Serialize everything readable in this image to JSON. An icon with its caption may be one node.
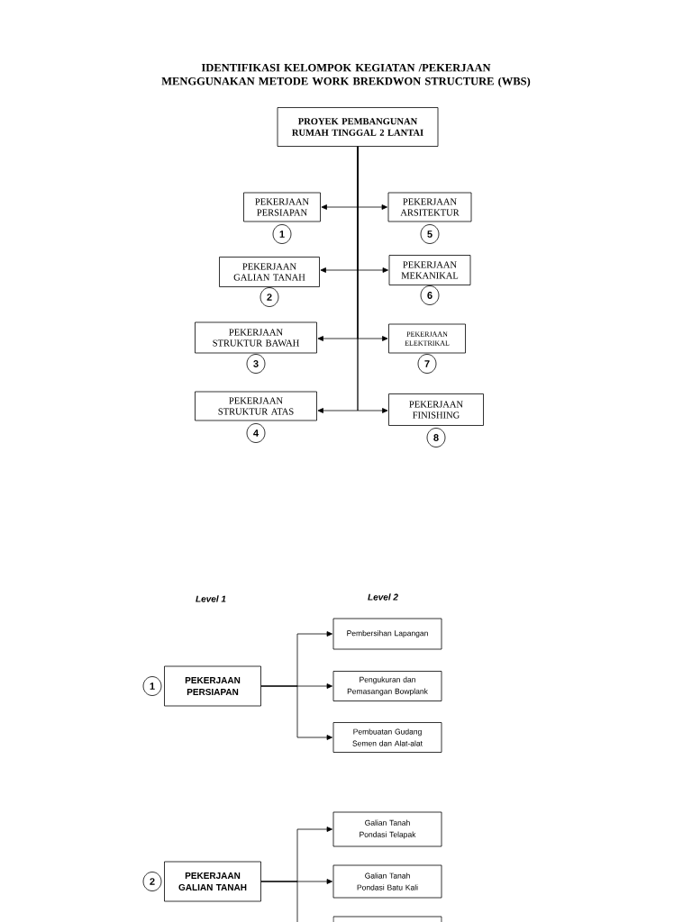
{
  "diagram": {
    "title": "IDENTIFIKASI KELOMPOK KEGIATAN /PEKERJAAN MENGGUNAKAN METODE WORK BREKDWON STRUCTURE (WBS)",
    "nodes": [
      {
        "text": [
          "PROYEK PEMBANGUNAN RUMAH TINGGAL 2 LANTAI"
        ]
      },
      {
        "text": [
          "PEKERJAAN PERSIAPAN"
        ],
        "beside": [
          "1"
        ]
      },
      {
        "text": [
          "PEKERJAAN GALIAN TANAH"
        ],
        "beside": [
          "2"
        ]
      },
      {
        "text": [
          "PEKERJAAN STRUKTUR BAWAH"
        ],
        "beside": [
          "3"
        ]
      },
      {
        "text": [
          "PEKERJAAN STRUKTUR ATAS"
        ],
        "beside": [
          "4"
        ]
      },
      {
        "text": [
          "PEKERJAAN ARSITEKTUR"
        ],
        "beside": [
          "5"
        ]
      },
      {
        "text": [
          "PEKERJAAN MEKANIKAL"
        ],
        "beside": [
          "6"
        ]
      },
      {
        "text": [
          "PEKERJAAN ELEKTRIKAL"
        ],
        "beside": [
          "7"
        ]
      },
      {
        "text": [
          "PEKERJAAN FINISHING"
        ],
        "beside": [
          "8"
        ]
      },
      {
        "text": [
          "PEKERJAAN PERSIAPAN"
        ],
        "beside": [
          "1"
        ]
      },
      {
        "text": [
          "Pembersihan Lapangan"
        ]
      },
      {
        "text": [
          "Pengukuran dan Pemasangan Bowplank"
        ]
      },
      {
        "text": [
          "Pembuatan Gudang Semen dan Alat-alat"
        ]
      },
      {
        "text": [
          "PEKERJAAN GALIAN TANAH"
        ],
        "beside": [
          "2"
        ]
      },
      {
        "text": [
          "Galian Tanah Pondasi Telapak"
        ]
      },
      {
        "text": [
          "Galian Tanah Pondasi Batu Kali"
        ]
      },
      {
        "text": [],
        "shape": "box"
      }
    ],
    "edges": [
      {
        "from": 0,
        "to": 1,
        "arrow": "to"
      },
      {
        "from": 0,
        "to": 2,
        "arrow": "to"
      },
      {
        "from": 0,
        "to": 3,
        "arrow": "to"
      },
      {
        "from": 0,
        "to": 4,
        "arrow": "to"
      },
      {
        "from": 0,
        "to": 5,
        "arrow": "to"
      },
      {
        "from": 0,
        "to": 6,
        "arrow": "to"
      },
      {
        "from": 0,
        "to": 7,
        "arrow": "to"
      },
      {
        "from": 0,
        "to": 8,
        "arrow": "to"
      },
      {
        "from": 9,
        "to": 10,
        "arrow": "to"
      },
      {
        "from": 9,
        "to": 11,
        "arrow": "to"
      },
      {
        "from": 9,
        "to": 12,
        "arrow": "to"
      },
      {
        "from": 13,
        "to": 14,
        "arrow": "to"
      },
      {
        "from": 13,
        "to": 15,
        "arrow": "to"
      },
      {
        "from": 13,
        "to": 16,
        "arrow": "none"
      }
    ],
    "labels": [
      "Level 1",
      "Level 2"
    ]
  }
}
